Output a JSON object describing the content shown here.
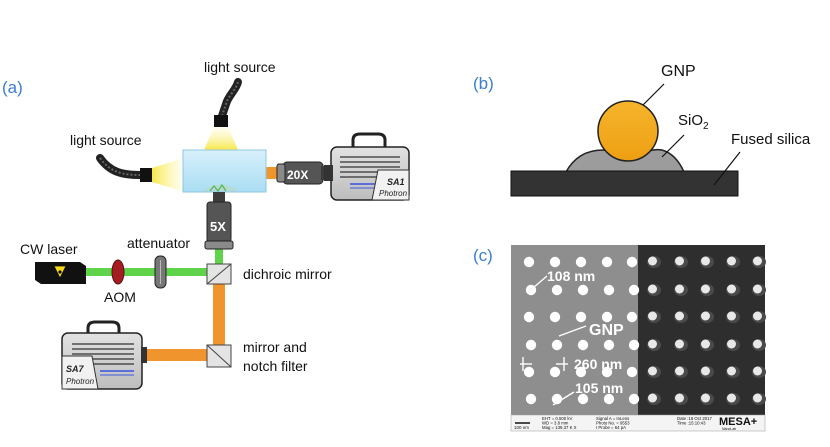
{
  "panel_a": {
    "label": "(a)",
    "light_source_top": "light source",
    "light_source_left": "light source",
    "camera_top_brand": "SA1",
    "camera_top_maker": "Photron",
    "camera_bottom_brand": "SA7",
    "camera_bottom_maker": "Photron",
    "objective_20x": "20X",
    "objective_5x": "5X",
    "cw_laser": "CW laser",
    "attenuator": "attenuator",
    "aom": "AOM",
    "dichroic_mirror": "dichroic mirror",
    "mirror_line1": "mirror and",
    "mirror_line2": "notch filter"
  },
  "panel_b": {
    "label": "(b)",
    "gnp": "GNP",
    "sio2": "SiO",
    "sio2_sub": "2",
    "fused_silica": "Fused silica"
  },
  "panel_c": {
    "label": "(c)",
    "dim_108": "108 nm",
    "gnp": "GNP",
    "dim_260": "260 nm",
    "dim_105": "105 nm",
    "scale_bar": "100 nm",
    "info_col1": [
      "EHT = 0.500 kV",
      "WD = 3.8 mm",
      "Mag = 139.37 K X"
    ],
    "info_col2": [
      "Signal A = InLens",
      "Photo No. = 9553",
      "I Probe = 64 pA"
    ],
    "info_col3": [
      "Date :16 Oct 2017",
      "Time :15:10:43"
    ],
    "brand": "MESA+",
    "brand_sub": "NanoLab"
  },
  "colors": {
    "green_beam": "#5fd34a",
    "orange_beam": "#f0952e",
    "gnp_gold": "#f3a81f",
    "panel_label": "#3a7fd0"
  }
}
